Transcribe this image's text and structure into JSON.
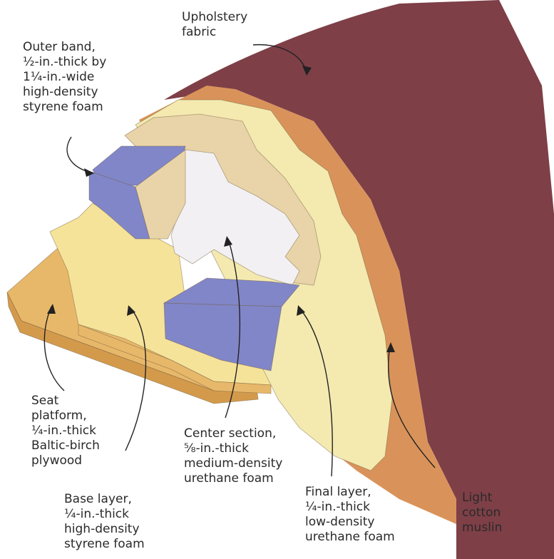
{
  "labels": {
    "upholstery": [
      "Upholstery",
      "fabric"
    ],
    "outer_band": [
      "Outer band,",
      "½-in.-thick by",
      "1¼-in.-wide",
      "high-density",
      "styrene foam"
    ],
    "seat_platform": [
      "Seat",
      "platform,",
      "¼-in.-thick",
      "Baltic-birch",
      "plywood"
    ],
    "center_section": [
      "Center section,",
      "⅝-in.-thick",
      "medium-density",
      "urethane foam"
    ],
    "base_layer": [
      "Base layer,",
      "¼-in.-thick",
      "high-density",
      "styrene foam"
    ],
    "final_layer": [
      "Final layer,",
      "¼-in.-thick",
      "low-density",
      "urethane foam"
    ],
    "muslin": [
      "Light",
      "cotton",
      "muslin"
    ]
  },
  "colors": {
    "fabric": "#7e3f47",
    "muslin": "#d9935a",
    "final_layer": "#f4eab0",
    "center_foam": "#f2f0f2",
    "styrene_blue": "#8186c8",
    "base_layer": "#f6e39a",
    "plywood": "#e8b86a",
    "plywood_edge": "#d49a4c",
    "wood_grain": "#e9d3a8",
    "leader": "#222222"
  }
}
